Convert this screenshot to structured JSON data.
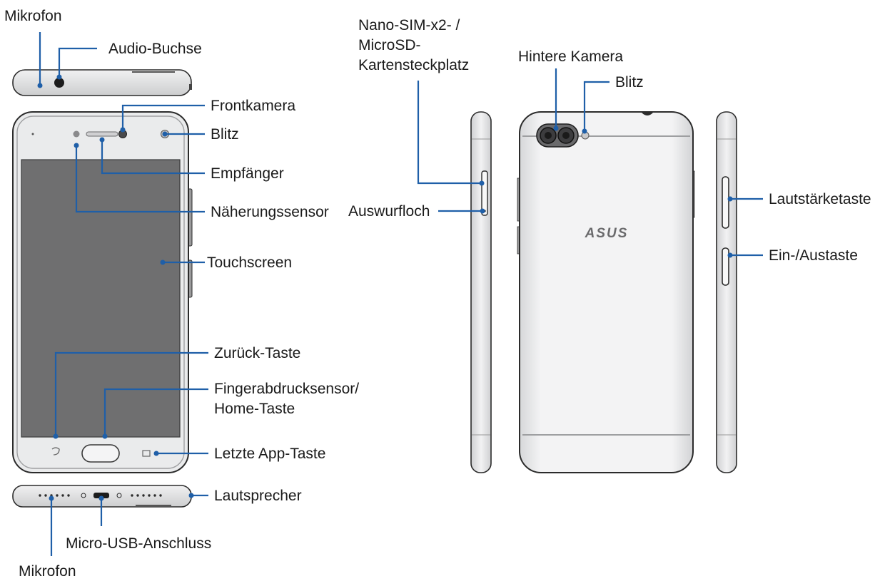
{
  "labels": {
    "mic_top": "Mikrofon",
    "audio_jack": "Audio-Buchse",
    "front_camera": "Frontkamera",
    "flash_front": "Blitz",
    "receiver": "Empfänger",
    "proximity_sensor": "Näherungssensor",
    "touchscreen": "Touchscreen",
    "back_key": "Zurück-Taste",
    "fingerprint_line1": "Fingerabdrucksensor/",
    "fingerprint_line2": "Home-Taste",
    "recent_apps": "Letzte App-Taste",
    "speaker": "Lautsprecher",
    "micro_usb": "Micro-USB-Anschluss",
    "mic_bottom": "Mikrofon",
    "sim_line1": "Nano-SIM-x2- /",
    "sim_line2": "MicroSD-",
    "sim_line3": "Kartensteckplatz",
    "eject_hole": "Auswurfloch",
    "rear_camera": "Hintere Kamera",
    "flash_rear": "Blitz",
    "volume_key": "Lautstärketaste",
    "power_key": "Ein-/Austaste"
  },
  "brand_logo": "ASUS",
  "colors": {
    "leader": "#1f5fa8",
    "body_silver": "#e6e7e9",
    "screen": "#6f6f70",
    "outline": "#2b2b2b"
  }
}
